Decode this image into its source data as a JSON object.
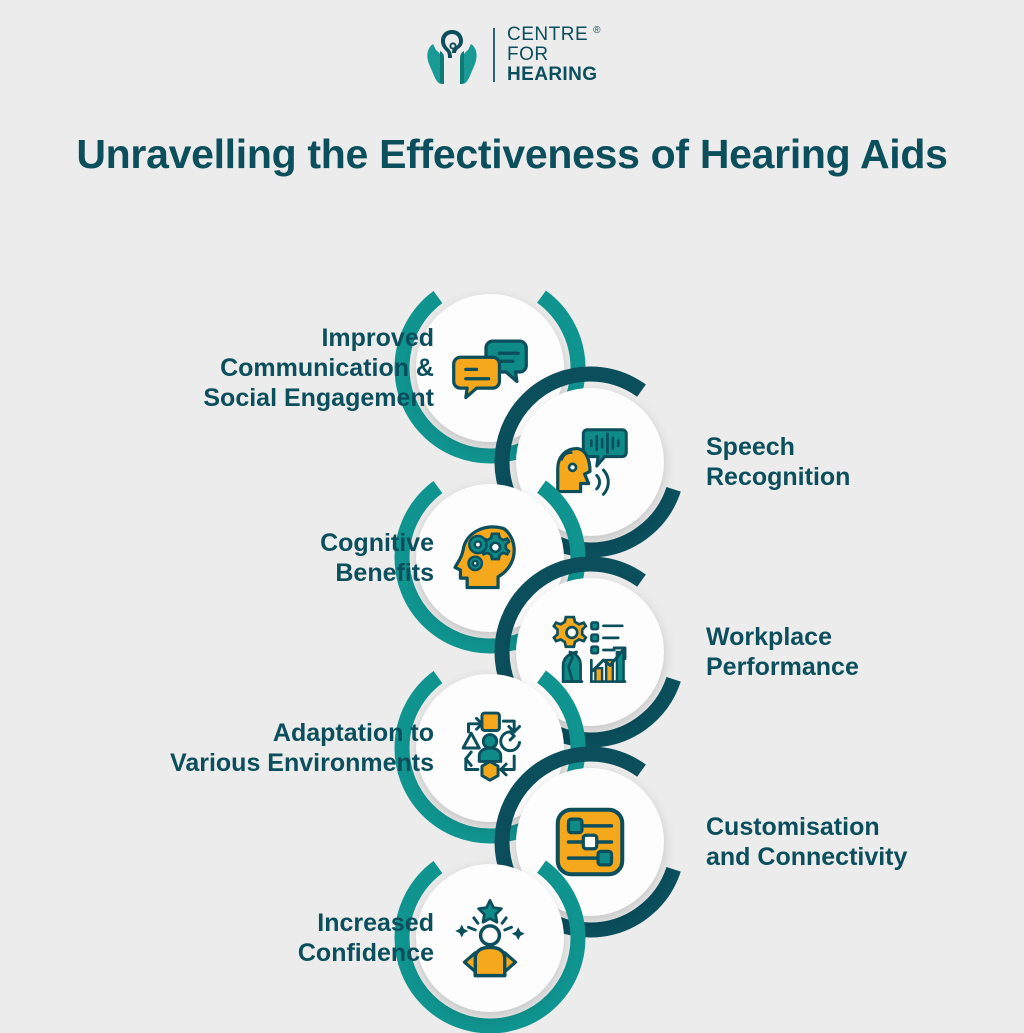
{
  "background_color": "#ececec",
  "colors": {
    "teal": "#109490",
    "dark_teal": "#0b4e5c",
    "yellow": "#f5a81c",
    "disc": "#fdfdfd"
  },
  "logo": {
    "icon": "hands-ear-logo",
    "line1": "CENTRE",
    "registered": "®",
    "line2": "FOR",
    "line3": "HEARING"
  },
  "title": {
    "line1": "Unravelling the Effectiveness",
    "line2": "of Hearing Aids",
    "full": "Unravelling the Effectiveness\nof Hearing Aids"
  },
  "steps": [
    {
      "index": 1,
      "label": "Improved\nCommunication &\nSocial Engagement",
      "icon": "chat-bubbles-icon",
      "ring_color": "#109490",
      "side": "left"
    },
    {
      "index": 2,
      "label": "Speech\nRecognition",
      "icon": "speaking-head-waveform-icon",
      "ring_color": "#0b4e5c",
      "side": "right"
    },
    {
      "index": 3,
      "label": "Cognitive\nBenefits",
      "icon": "head-gears-icon",
      "ring_color": "#109490",
      "side": "left"
    },
    {
      "index": 4,
      "label": "Workplace\nPerformance",
      "icon": "gear-person-bar-chart-icon",
      "ring_color": "#0b4e5c",
      "side": "right"
    },
    {
      "index": 5,
      "label": "Adaptation to\nVarious Environments",
      "icon": "person-shapes-cycle-icon",
      "ring_color": "#109490",
      "side": "left"
    },
    {
      "index": 6,
      "label": "Customisation\nand Connectivity",
      "icon": "sliders-settings-icon",
      "ring_color": "#0b4e5c",
      "side": "right"
    },
    {
      "index": 7,
      "label": "Increased\nConfidence",
      "icon": "confident-person-star-icon",
      "ring_color": "#109490",
      "side": "left"
    }
  ]
}
